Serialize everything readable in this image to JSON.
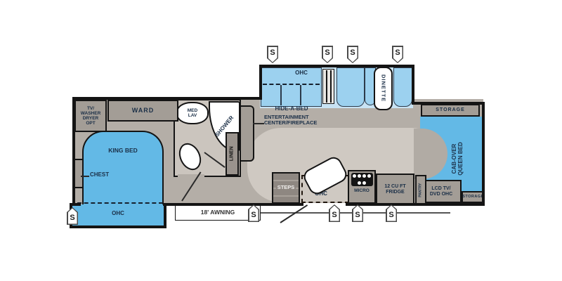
{
  "diagram": {
    "type": "rv-floorplan",
    "colors": {
      "floor": "#b4aea7",
      "aisle": "#cfc9c2",
      "bath_floor": "#cbc5be",
      "slide_floor": "#c8e3f4",
      "furniture_blue": "#63b9e6",
      "sofa_blue": "#9cd1ef",
      "cabinet_gray": "#a39d96",
      "dark_gray": "#8e8781",
      "wall": "#141414",
      "label_text": "#1b2f47"
    },
    "labels": {
      "tv_washer_dryer": "TV/\nWASHER\nDRYER\nOPT",
      "ward": "WARD",
      "med_lav": "MED\nLAV",
      "shower": "SHOWER",
      "linen": "LINEN",
      "king_bed": "KING BED",
      "chest": "CHEST",
      "bedroom_ohc": "OHC",
      "awning": "18' AWNING",
      "sofa_ohc": "OHC",
      "hide_a_bed": "HIDE-A-BED",
      "dinette": "DINETTE",
      "entertainment": "ENTERTAINMENT\nCENTER/FIREPLACE",
      "steps": "STEPS",
      "kitchen_ohc": "OHC",
      "micro": "MICRO",
      "fridge": "12 CU FT\nFRIDGE",
      "pantry": "PANTRY",
      "lcd_tv": "LCD TV/\nDVD OHC",
      "storage_top": "STORAGE",
      "storage_bottom": "STORAGE",
      "cab_over_bed": "CAB-OVER\nQUEEN BED",
      "speaker": "S"
    }
  }
}
